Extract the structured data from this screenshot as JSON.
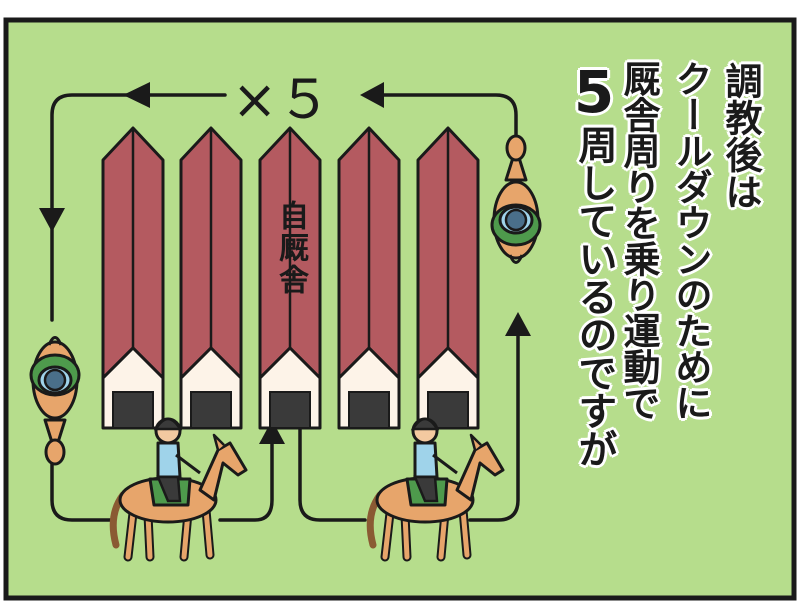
{
  "panel": {
    "laps_text": "×５",
    "stable_label": "自厩舎",
    "narration": {
      "col1": "調教後は",
      "col2": "クールダウンのために",
      "col3": "厩舎周りを乗り運動で",
      "col4_big": "5",
      "col4_rest": "周しているのですが"
    }
  },
  "colors": {
    "background": "#b6dd8c",
    "roof": "#b45a60",
    "wall": "#fdf3e8",
    "door": "#3a3a3a",
    "horse": "#e7a56b",
    "saddle_cloth": "#4e9a4c",
    "rider_shirt": "#9fd3ea",
    "outline": "#1a1a1a"
  },
  "icons": [
    "horse-rider-icon",
    "arrow-left-icon",
    "arrow-down-icon",
    "arrow-up-icon",
    "stable-building-icon"
  ]
}
